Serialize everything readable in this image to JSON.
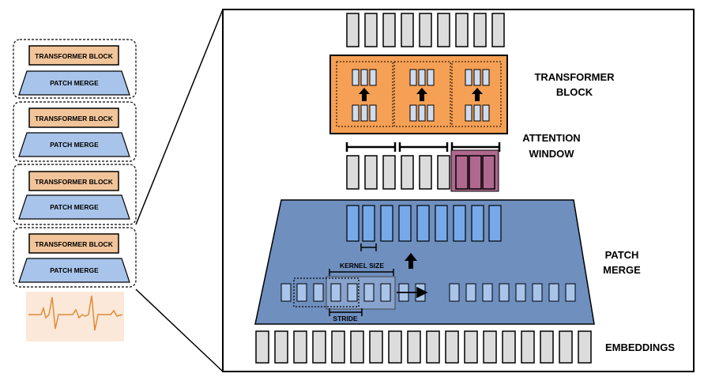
{
  "stack": [
    {
      "block_label": "TRANSFORMER BLOCK",
      "merge_label": "PATCH MERGE"
    },
    {
      "block_label": "TRANSFORMER BLOCK",
      "merge_label": "PATCH MERGE"
    },
    {
      "block_label": "TRANSFORMER BLOCK",
      "merge_label": "PATCH MERGE"
    },
    {
      "block_label": "TRANSFORMER BLOCK",
      "merge_label": "PATCH MERGE"
    }
  ],
  "detail": {
    "transformer_label_line1": "TRANSFORMER",
    "transformer_label_line2": "BLOCK",
    "attention_label_line1": "ATTENTION",
    "attention_label_line2": "WINDOW",
    "patch_merge_line1": "PATCH",
    "patch_merge_line2": "MERGE",
    "kernel_size_label": "KERNEL SIZE",
    "stride_label": "STRIDE",
    "embeddings_label": "EMBEDDINGS"
  },
  "colors": {
    "transformer": "#f5a055",
    "transformer_small": "#f2c49a",
    "patch_merge": "#6f8fbf",
    "patch_merge_small": "#a9c4ea",
    "token": "#dcdcdc",
    "merged_token": "#77a9ea",
    "attention_window": "#b0688f",
    "signal": "#e08b3a",
    "signal_bg": "#fbe8d8"
  }
}
